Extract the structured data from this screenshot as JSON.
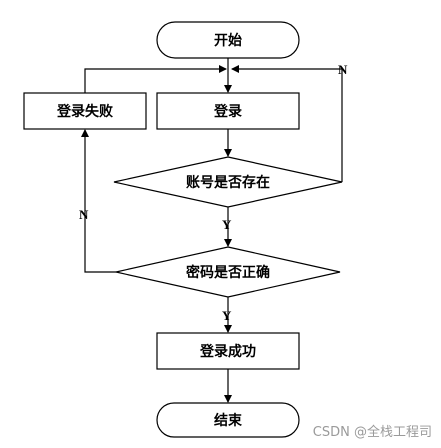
{
  "nodes": {
    "start": "开始",
    "login": "登录",
    "login_fail": "登录失败",
    "account_exists": "账号是否存在",
    "password_correct": "密码是否正确",
    "login_success": "登录成功",
    "end": "结束"
  },
  "edges": {
    "account_no": "N",
    "account_yes": "Y",
    "password_no": "N",
    "password_yes": "Y"
  },
  "watermark": "CSDN @全栈工程司"
}
